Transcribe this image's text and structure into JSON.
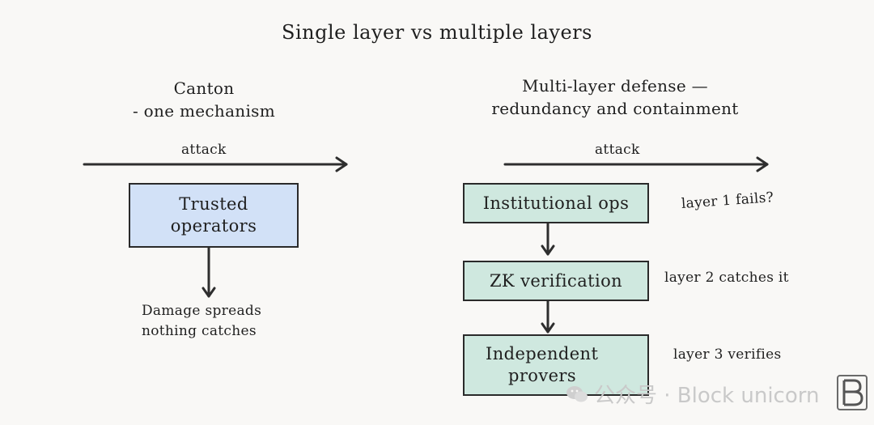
{
  "title": "Single layer vs multiple layers",
  "left": {
    "heading": "Canton",
    "subheading": "- one mechanism",
    "arrow_label": "attack",
    "box": {
      "line1": "Trusted",
      "line2": "operators",
      "color": "#d2e1f7"
    },
    "outcome": {
      "line1": "Damage spreads",
      "line2": "nothing catches"
    }
  },
  "right": {
    "heading": "Multi-layer defense —",
    "subheading": "redundancy and containment",
    "arrow_label": "attack",
    "box_color": "#cfe8df",
    "layers": [
      {
        "label": "Institutional ops",
        "note": "layer 1 fails?"
      },
      {
        "label": "ZK verification",
        "note": "layer 2 catches it"
      },
      {
        "line1": "Independent",
        "line2": "provers",
        "note": "layer 3 verifies"
      }
    ]
  },
  "watermark": {
    "text": "公众号 · Block unicorn",
    "icon": "wechat-icon",
    "logo": "block-unicorn-logo"
  }
}
